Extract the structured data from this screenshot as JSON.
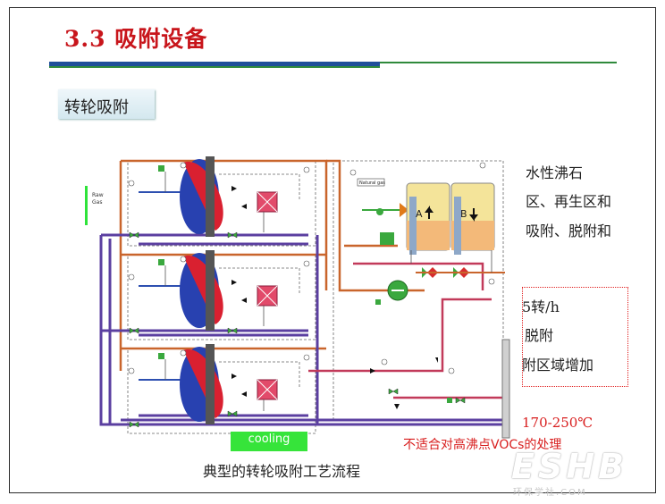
{
  "header": {
    "title": "3.3 吸附设备",
    "subtitle": "转轮吸附"
  },
  "side_text": [
    "水性沸石",
    "区、再生区和",
    "吸附、脱附和",
    "5转/h",
    "脱附",
    "附区域增加",
    "170-250℃",
    "不适合对高沸点VOCs的处理"
  ],
  "diagram": {
    "raw_gas_label": "Raw\nGas",
    "natural_gas_label": "Natural gas",
    "vessel_a_label": "A",
    "vessel_b_label": "B",
    "cooling_label": "cooling",
    "caption": "典型的转轮吸附工艺流程"
  },
  "colors": {
    "title_red": "#c8151b",
    "rule_blue": "#1f4f9a",
    "rule_green": "#2f8a3c",
    "pipe_purple": "#5b3fa0",
    "pipe_orange": "#c9652c",
    "pipe_red": "#c23a5a",
    "pipe_blue": "#2d4fb0",
    "rotor_red": "#d92030",
    "rotor_blue": "#2841b0",
    "cooling_green": "#36e43a"
  },
  "watermark": {
    "logo": "ESHB",
    "site": "环保学社.COM"
  }
}
